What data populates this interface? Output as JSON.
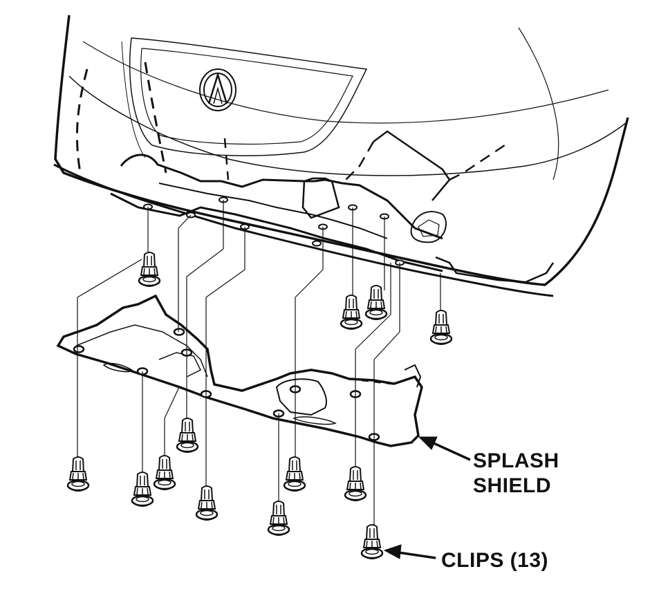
{
  "labels": {
    "splash_shield_line1": "SPLASH",
    "splash_shield_line2": "SHIELD",
    "clips": "CLIPS (13)"
  },
  "colors": {
    "line": "#111111",
    "background": "#ffffff"
  },
  "icons": {
    "clip": "push-clip-icon",
    "logo": "acura-logo-icon",
    "arrow": "leader-arrow-icon"
  }
}
